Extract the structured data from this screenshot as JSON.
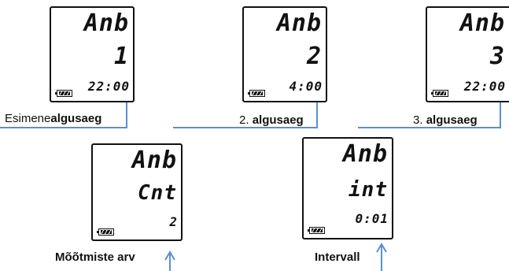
{
  "displays": [
    {
      "mode": "Anb",
      "value": "1",
      "time": "22:00",
      "caption_prefix": "Esimene",
      "caption_bold": "algusaeg"
    },
    {
      "mode": "Anb",
      "value": "2",
      "time": "4:00",
      "caption_prefix": "2. ",
      "caption_bold": "algusaeg"
    },
    {
      "mode": "Anb",
      "value": "3",
      "time": "22:00",
      "caption_prefix": "3. ",
      "caption_bold": "algusaeg"
    },
    {
      "mode": "Anb",
      "value": "Cnt",
      "time": "2",
      "caption_prefix": "",
      "caption_bold": "Mõõtmiste arv"
    },
    {
      "mode": "Anb",
      "value": "int",
      "time": "0:01",
      "caption_prefix": "",
      "caption_bold": "Intervall"
    }
  ],
  "colors": {
    "callout_line": "#5b8fd0",
    "lcd_border": "#111111",
    "segment_text": "#111111"
  },
  "icons": {
    "battery": "battery-full-icon"
  }
}
